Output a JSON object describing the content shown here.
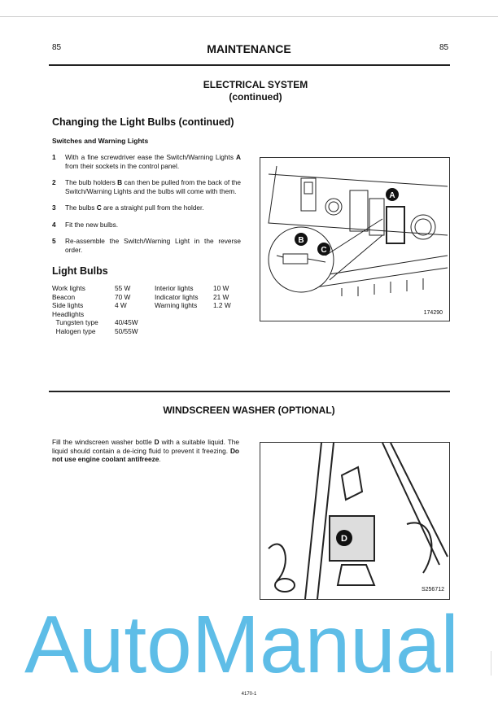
{
  "header": {
    "page_left": "85",
    "title": "MAINTENANCE",
    "page_right": "85"
  },
  "section1": {
    "title_line1": "ELECTRICAL SYSTEM",
    "title_line2": "(continued)"
  },
  "changing": {
    "title": "Changing the Light Bulbs (continued)",
    "subtitle": "Switches and Warning Lights",
    "steps": [
      {
        "n": "1",
        "pre": "With a fine screwdriver ease the Switch/Warning Lights ",
        "bold": "A",
        "post": " from their sockets in the control panel."
      },
      {
        "n": "2",
        "pre": "The bulb holders ",
        "bold": "B",
        "post": " can then be pulled from the back of the Switch/Warning Lights and the bulbs will come with them."
      },
      {
        "n": "3",
        "pre": "The bulbs ",
        "bold": "C",
        "post": " are a straight pull from the holder."
      },
      {
        "n": "4",
        "pre": "Fit the new bulbs.",
        "bold": "",
        "post": ""
      },
      {
        "n": "5",
        "pre": "Re-assemble the Switch/Warning Light in the reverse order.",
        "bold": "",
        "post": ""
      }
    ]
  },
  "figure1": {
    "ref": "174290",
    "labels": [
      "A",
      "B",
      "C"
    ]
  },
  "bulbs": {
    "title": "Light Bulbs",
    "rows": [
      [
        "Work lights",
        "55 W",
        "Interior lights",
        "10 W"
      ],
      [
        "Beacon",
        "70 W",
        "Indicator lights",
        "21 W"
      ],
      [
        "Side lights",
        "4 W",
        "Warning lights",
        "1.2 W"
      ],
      [
        "Headlights",
        "",
        "",
        ""
      ],
      [
        "  Tungsten type",
        "40/45W",
        "",
        ""
      ],
      [
        "  Halogen type",
        "50/55W",
        "",
        ""
      ]
    ]
  },
  "washer": {
    "title": "WINDSCREEN WASHER (OPTIONAL)",
    "text_pre": "Fill the windscreen washer bottle ",
    "bold1": "D",
    "text_mid": " with a suitable liquid. The liquid should contain a de-icing fluid to prevent it freezing. ",
    "bold2": "Do not use engine coolant antifreeze",
    "text_post": "."
  },
  "figure2": {
    "ref": "S256712",
    "label": "D"
  },
  "footer": {
    "code": "4170-1"
  },
  "watermark": {
    "text": "AutoManual",
    "color": "#29a8e0"
  }
}
